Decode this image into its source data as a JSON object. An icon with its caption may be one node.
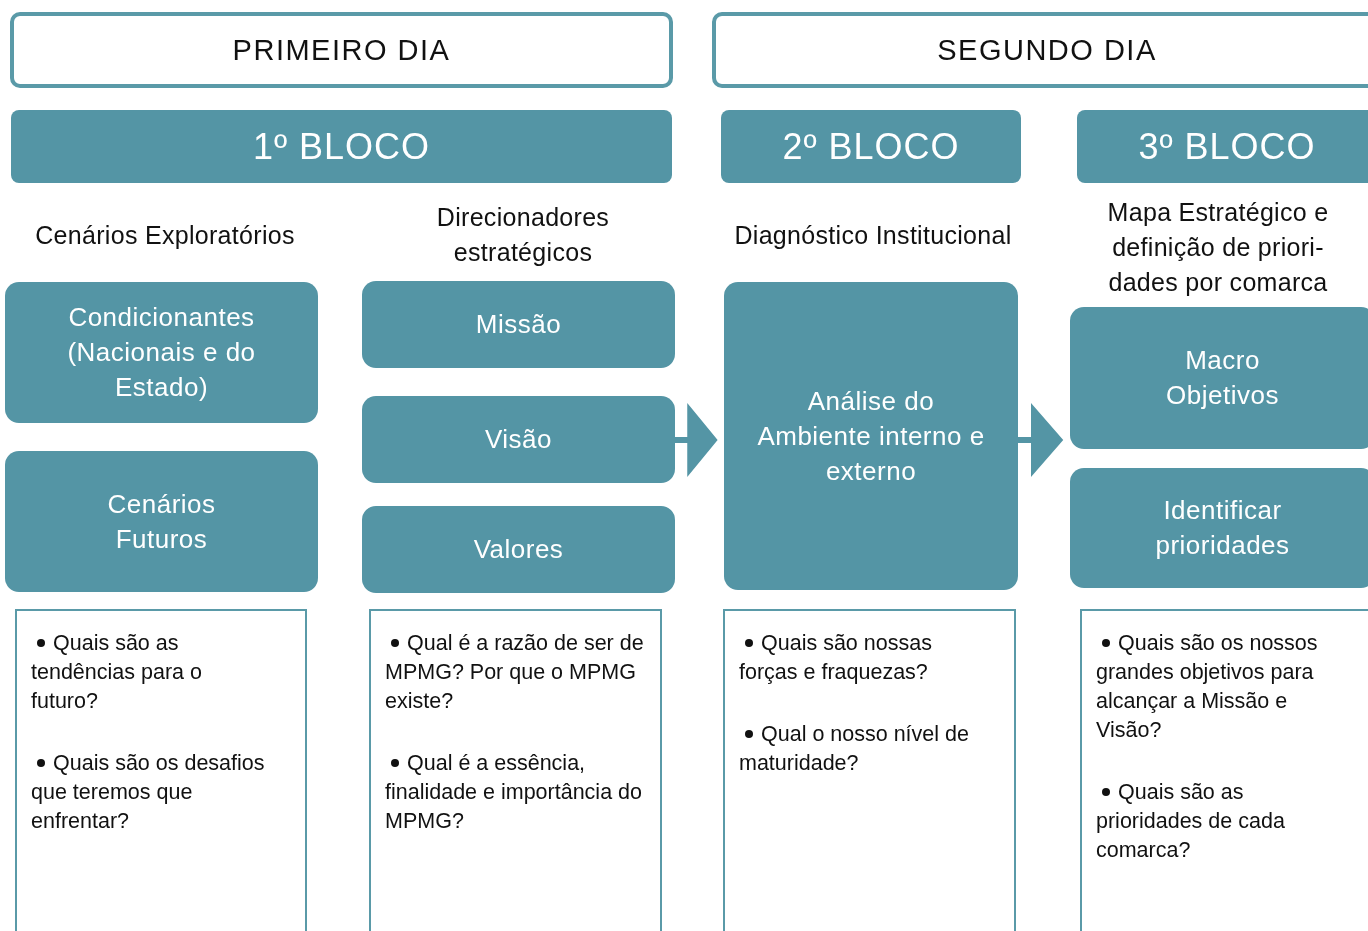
{
  "diagram": {
    "nodes": [
      {
        "text": [
          "PRIMEIRO DIA"
        ]
      },
      {
        "text": [
          "SEGUNDO DIA"
        ]
      },
      {
        "text": [
          "1º BLOCO"
        ]
      },
      {
        "text": [
          "2º BLOCO"
        ]
      },
      {
        "text": [
          "3º BLOCO"
        ]
      },
      {
        "text": [
          "Condicionantes (Nacionais e do Estado)"
        ]
      },
      {
        "text": [
          "Cenários Futuros"
        ]
      },
      {
        "text": [
          "Missão"
        ]
      },
      {
        "text": [
          "Visão"
        ]
      },
      {
        "text": [
          "Valores"
        ]
      },
      {
        "text": [
          "Análise do Ambiente interno e externo"
        ]
      },
      {
        "text": [
          "Macro Objetivos"
        ]
      },
      {
        "text": [
          "Identificar prioridades"
        ]
      },
      {
        "text": [
          "Quais são as tendências para o futuro?",
          "Quais são os desafios que teremos que enfrentar?"
        ]
      },
      {
        "text": [
          "Qual é a razão de ser de MPMG? Por que o MPMG existe?",
          "Qual é a essência, finalidade e importância do MPMG?"
        ]
      },
      {
        "text": [
          "Quais são nossas forças e fraquezas?",
          "Qual o nosso nível de maturidade?"
        ]
      },
      {
        "text": [
          "Quais são os nossos grandes objetivos para alcançar a Missão e Visão?",
          "Quais são as prioridades de cada comarca?"
        ]
      }
    ],
    "edges": [
      {
        "from": 8,
        "to": 10,
        "arrow": "to"
      },
      {
        "from": 10,
        "to": 11,
        "arrow": "to"
      }
    ],
    "labels": [
      "Cenários Exploratórios",
      "Direcionadores estratégicos",
      "Diagnóstico Institucional",
      "Mapa Estratégico e definição de priori-dades por comarca"
    ]
  }
}
